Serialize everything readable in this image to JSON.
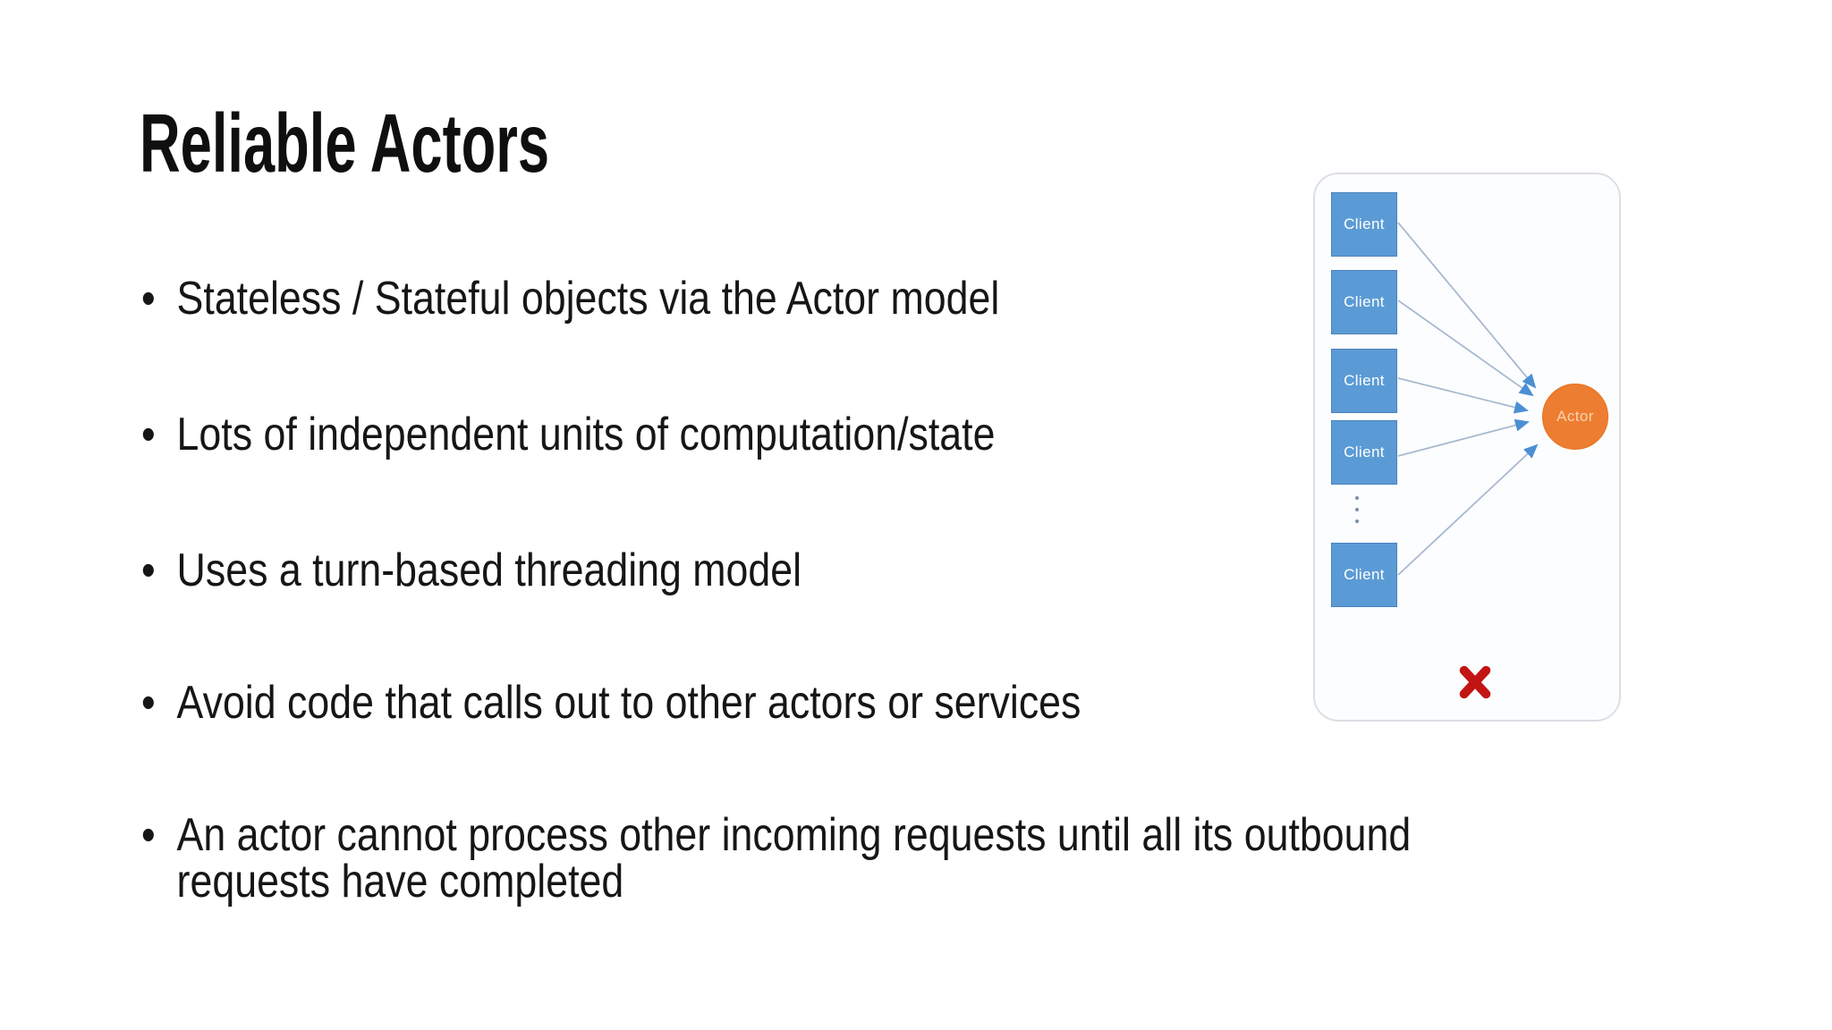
{
  "slide": {
    "title": "Reliable Actors",
    "bullet_marker": "•",
    "bullets": [
      "Stateless / Stateful objects via the Actor model",
      "Lots of independent units of computation/state",
      "Uses a turn-based threading model",
      "Avoid code that calls out to other actors or services",
      "An actor cannot process other incoming requests until all its outbound\nrequests have completed"
    ]
  },
  "diagram": {
    "clients": [
      "Client",
      "Client",
      "Client",
      "Client",
      "Client"
    ],
    "actor_label": "Actor",
    "colors": {
      "client_fill": "#5b9bd5",
      "actor_fill": "#ed7d31",
      "arrow_line": "#a8b9d0",
      "arrow_head": "#4a8fd4",
      "cross_red": "#c31414",
      "panel_border": "#dcdfe4"
    }
  }
}
